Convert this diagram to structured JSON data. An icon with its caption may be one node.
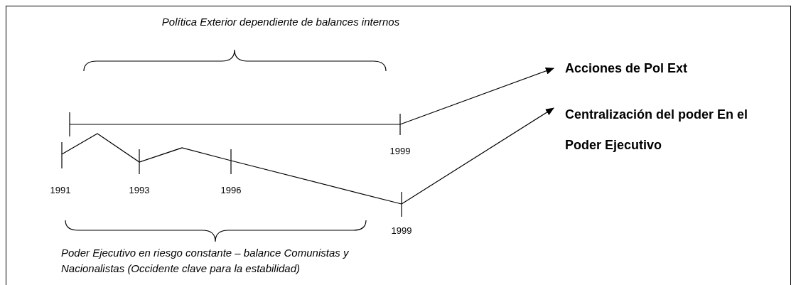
{
  "diagram": {
    "nodes": [
      {
        "text": [
          "Acciones de Pol Ext"
        ]
      },
      {
        "text": [
          "Centralización del poder En el Poder Ejecutivo"
        ]
      }
    ],
    "edges": [
      {
        "from": null,
        "to": 0,
        "arrow": "to"
      },
      {
        "from": null,
        "to": 1,
        "arrow": "to"
      }
    ],
    "labels": [
      "Política Exterior dependiente de balances internos",
      "1999",
      "1991",
      "1993",
      "1996",
      "1999",
      "Poder Ejecutivo en riesgo constante – balance Comunistas y Nacionalistas (Occidente clave para la estabilidad)"
    ]
  }
}
